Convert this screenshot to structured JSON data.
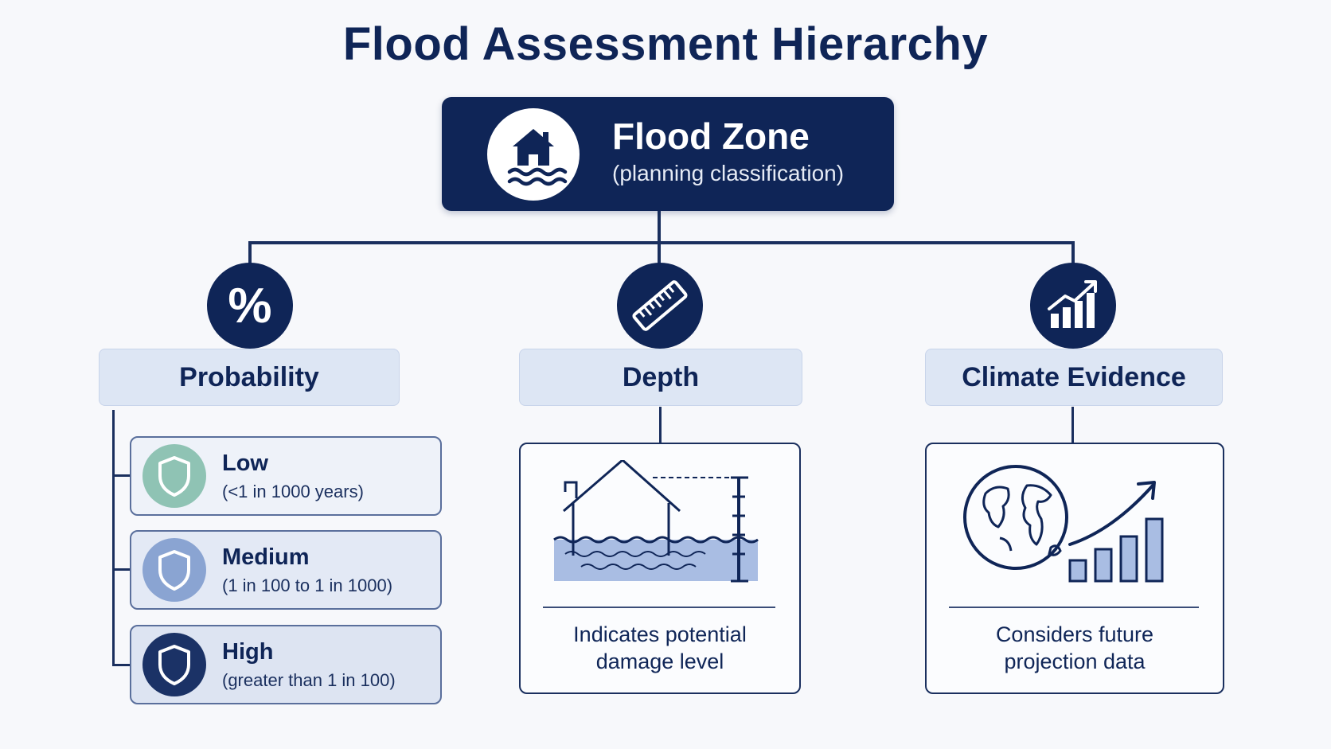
{
  "title": "Flood Assessment Hierarchy",
  "root": {
    "title": "Flood Zone",
    "subtitle": "(planning classification)",
    "icon": "flooded-house-icon"
  },
  "categories": [
    {
      "label": "Probability",
      "icon": "percent-icon"
    },
    {
      "label": "Depth",
      "icon": "ruler-icon"
    },
    {
      "label": "Climate Evidence",
      "icon": "rising-bar-chart-icon"
    }
  ],
  "probability_levels": [
    {
      "name": "Low",
      "description": "(<1 in 1000 years)",
      "icon": "shield-icon",
      "color": "#8fc3b4"
    },
    {
      "name": "Medium",
      "description": "(1 in 100 to 1 in 1000)",
      "icon": "shield-icon",
      "color": "#8aa4d2"
    },
    {
      "name": "High",
      "description": "(greater than 1 in 100)",
      "icon": "shield-icon",
      "color": "#1b3266"
    }
  ],
  "depth_panel": {
    "icon": "house-in-floodwater-depth-gauge-icon",
    "text_line1": "Indicates potential",
    "text_line2": "damage level"
  },
  "climate_panel": {
    "icon": "globe-with-rising-chart-icon",
    "text_line1": "Considers future",
    "text_line2": "projection data"
  },
  "colors": {
    "primary": "#0f2557",
    "label_bg": "#dde6f4",
    "water": "#a9bde3"
  }
}
